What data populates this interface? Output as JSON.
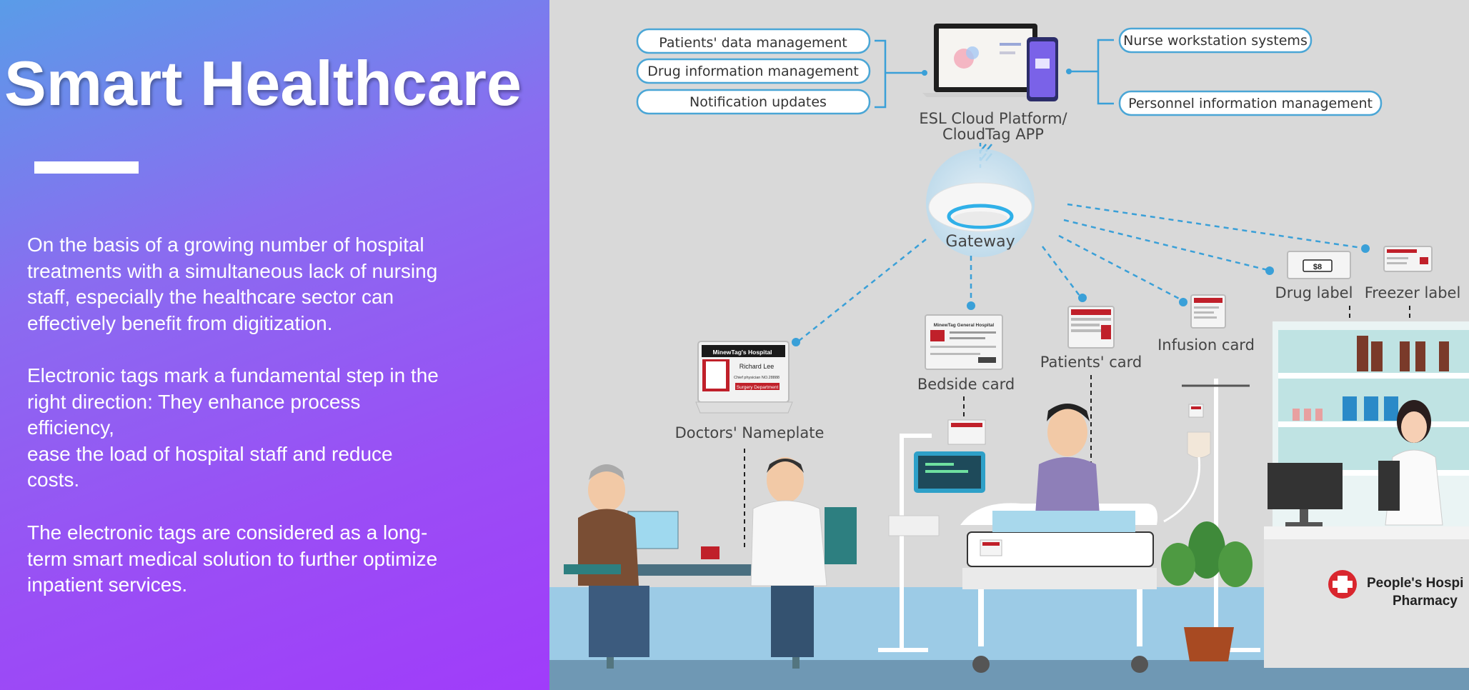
{
  "left": {
    "title": "Smart Healthcare",
    "paragraph1": [
      "On the basis of a growing number of hospital",
      "treatments with a simultaneous lack of nursing",
      "staff, especially the healthcare sector can",
      "effectively benefit from digitization."
    ],
    "paragraph2": [
      "Electronic tags mark a fundamental step in the",
      "right direction: They enhance process",
      "efficiency,",
      "ease the load of hospital staff and reduce",
      "costs."
    ],
    "paragraph3": [
      "The electronic tags are considered as a long-",
      "term smart medical solution to further optimize",
      "inpatient services."
    ]
  },
  "diagram": {
    "left_features": [
      "Patients' data management",
      "Drug information management",
      "Notification updates"
    ],
    "right_features": [
      "Nurse workstation systems",
      "Personnel information management"
    ],
    "platform": [
      "ESL Cloud Platform/",
      "CloudTag APP"
    ],
    "gateway": "Gateway",
    "devices": {
      "nameplate": "Doctors' Nameplate",
      "bedside": "Bedside card",
      "patients": "Patients' card",
      "infusion": "Infusion card",
      "drug": "Drug label",
      "freezer": "Freezer label"
    },
    "nameplate_text": {
      "hospital": "MinewTag's Hospital",
      "name": "Richard Lee",
      "role": "Chief physician  NO.28888",
      "dept": "Surgery Department"
    },
    "bedside_text": "MinewTag General Hospital",
    "price_tag": "$8",
    "pharmacy": [
      "People's Hospi",
      "Pharmacy"
    ]
  },
  "colors": {
    "accent_blue": "#3aa0d8",
    "pill_border": "#4aa6d6",
    "tag_red": "#c0202a"
  }
}
